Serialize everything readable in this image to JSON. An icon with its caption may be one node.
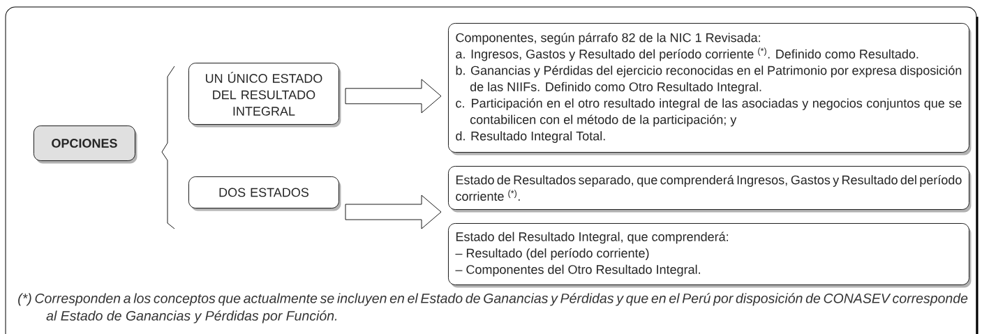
{
  "diagram": {
    "nodes": [
      {
        "text": [
          "OPCIONES"
        ]
      },
      {
        "text": [
          "UN ÚNICO ESTADO DEL RESULTADO INTEGRAL"
        ]
      },
      {
        "text": [
          "DOS ESTADOS"
        ]
      },
      {
        "text": [
          "Componentes, según párrafo 82 de la NIC 1 Revisada:",
          "a. Ingresos, Gastos y Resultado del período corriente $^{(*)}$. Definido como Resultado.",
          "b. Ganancias y Pérdidas del ejercicio reconocidas en el Patrimonio por expresa disposición de las NIIFs. Definido como Otro Resultado Integral.",
          "c. Participación en el otro resultado integral de las asociadas y negocios conjuntos que se contabilicen con el método de la participación; y",
          "d. Resultado Integral Total."
        ]
      },
      {
        "text": [
          "Estado de Resultados separado, que comprenderá Ingresos, Gastos y Resultado del período corriente $^{(*)}$."
        ]
      },
      {
        "text": [
          "Estado del Resultado Integral, que comprenderá:",
          "– Resultado (del período corriente)",
          "– Componentes del Otro Resultado Integral."
        ]
      }
    ],
    "edges": [
      {
        "from": 1,
        "to": 3,
        "arrow": "to"
      },
      {
        "from": 2,
        "to": 4,
        "arrow": "to"
      },
      {
        "from": 2,
        "to": 5,
        "arrow": "to"
      }
    ],
    "labels": [
      "(*) Corresponden a los conceptos que actualmente se incluyen en el Estado de Ganancias y Pérdidas y que en el Perú por disposición de CONASEV corresponde al Estado de Ganancias y Pérdidas por Función."
    ]
  }
}
